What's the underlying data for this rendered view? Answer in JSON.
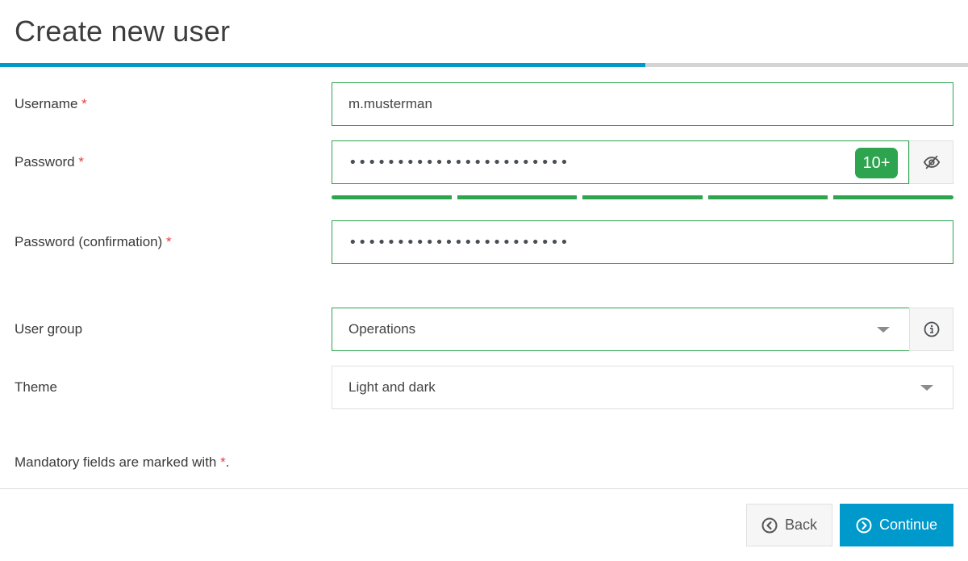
{
  "page": {
    "title": "Create new user",
    "progress_percent": 66.6
  },
  "colors": {
    "accent": "#0099cc",
    "valid": "#2ea44f",
    "required": "#e84040"
  },
  "form": {
    "username": {
      "label": "Username",
      "required_marker": "*",
      "value": "m.musterman"
    },
    "password": {
      "label": "Password",
      "required_marker": "*",
      "masked_value": "•••••••••••••••••••••••",
      "strength_badge": "10+",
      "strength_segments": 5,
      "strength_filled": 5,
      "toggle_icon": "eye-slash-icon"
    },
    "password_confirmation": {
      "label": "Password (confirmation)",
      "required_marker": "*",
      "masked_value": "•••••••••••••••••••••••"
    },
    "user_group": {
      "label": "User group",
      "selected": "Operations",
      "info_icon": "info-circle-icon"
    },
    "theme": {
      "label": "Theme",
      "selected": "Light and dark"
    }
  },
  "note": {
    "text": "Mandatory fields are marked with ",
    "marker": "*",
    "suffix": "."
  },
  "footer": {
    "back_label": "Back",
    "back_icon": "chevron-left-circle-icon",
    "continue_label": "Continue",
    "continue_icon": "chevron-right-circle-icon"
  }
}
